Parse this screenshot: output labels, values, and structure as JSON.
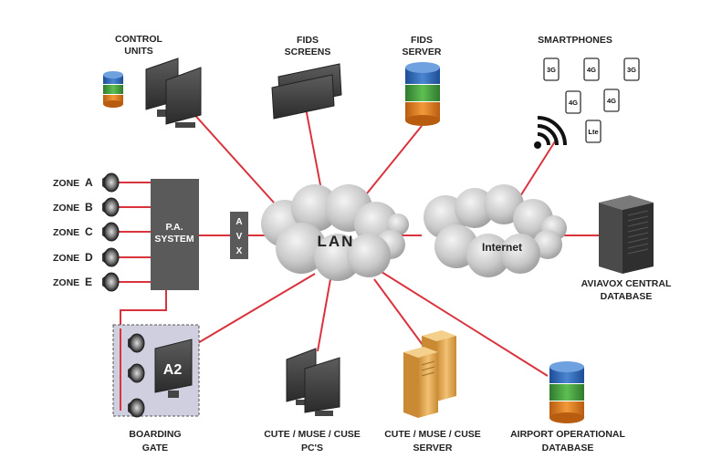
{
  "nodes": {
    "control_units": [
      "CONTROL",
      "UNITS"
    ],
    "fids_screens": [
      "FIDS",
      "SCREENS"
    ],
    "fids_server": [
      "FIDS",
      "SERVER"
    ],
    "smartphones": "SMARTPHONES",
    "phones": [
      "3G",
      "4G",
      "3G",
      "4G",
      "4G",
      "Lte"
    ],
    "pa_system": [
      "P.A.",
      "SYSTEM"
    ],
    "avx": [
      "A",
      "V",
      "X"
    ],
    "lan": "LAN",
    "internet": "Internet",
    "aviavox_db": [
      "AVIAVOX CENTRAL",
      "DATABASE"
    ],
    "boarding_gate": [
      "BOARDING",
      "GATE"
    ],
    "gate_sign": "A2",
    "cute_pcs": [
      "CUTE / MUSE / CUSE",
      "PC'S"
    ],
    "cute_server": [
      "CUTE / MUSE / CUSE",
      "SERVER"
    ],
    "airport_db": [
      "AIRPORT OPERATIONAL",
      "DATABASE"
    ]
  },
  "zones": [
    {
      "word": "ZONE",
      "letter": "A"
    },
    {
      "word": "ZONE",
      "letter": "B"
    },
    {
      "word": "ZONE",
      "letter": "C"
    },
    {
      "word": "ZONE",
      "letter": "D"
    },
    {
      "word": "ZONE",
      "letter": "E"
    }
  ],
  "colors": {
    "wire": "#d9343e",
    "db_blue": "#2a62b0",
    "db_green": "#3f9a3d",
    "db_orange": "#e07b1c",
    "pa_box": "#5a5a5a",
    "gate_panel": "#cfcfe0",
    "server_tan": "#e2a54a"
  }
}
